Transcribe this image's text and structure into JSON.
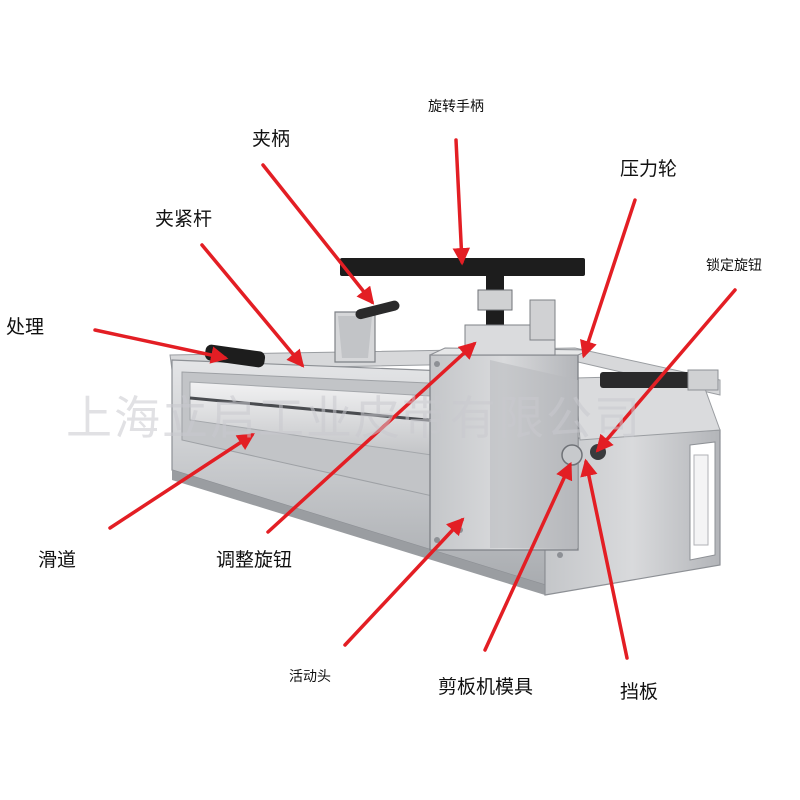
{
  "labels": {
    "rotate_handle": "旋转手柄",
    "clamp_handle": "夹柄",
    "pressure_wheel": "压力轮",
    "clamp_rod": "夹紧杆",
    "lock_knob": "锁定旋钮",
    "handle": "处理",
    "slide_rail": "滑道",
    "adjust_knob": "调整旋钮",
    "movable_head": "活动头",
    "shear_die": "剪板机模具",
    "stop_plate": "挡板"
  },
  "watermark": "上海立启工业皮带有限公司",
  "colors": {
    "arrow": "#e31e24",
    "frame": "#c9cacd",
    "frame_dark": "#8d9095",
    "handle_black": "#1d1d1d",
    "watermark": "#c8c8cd"
  }
}
